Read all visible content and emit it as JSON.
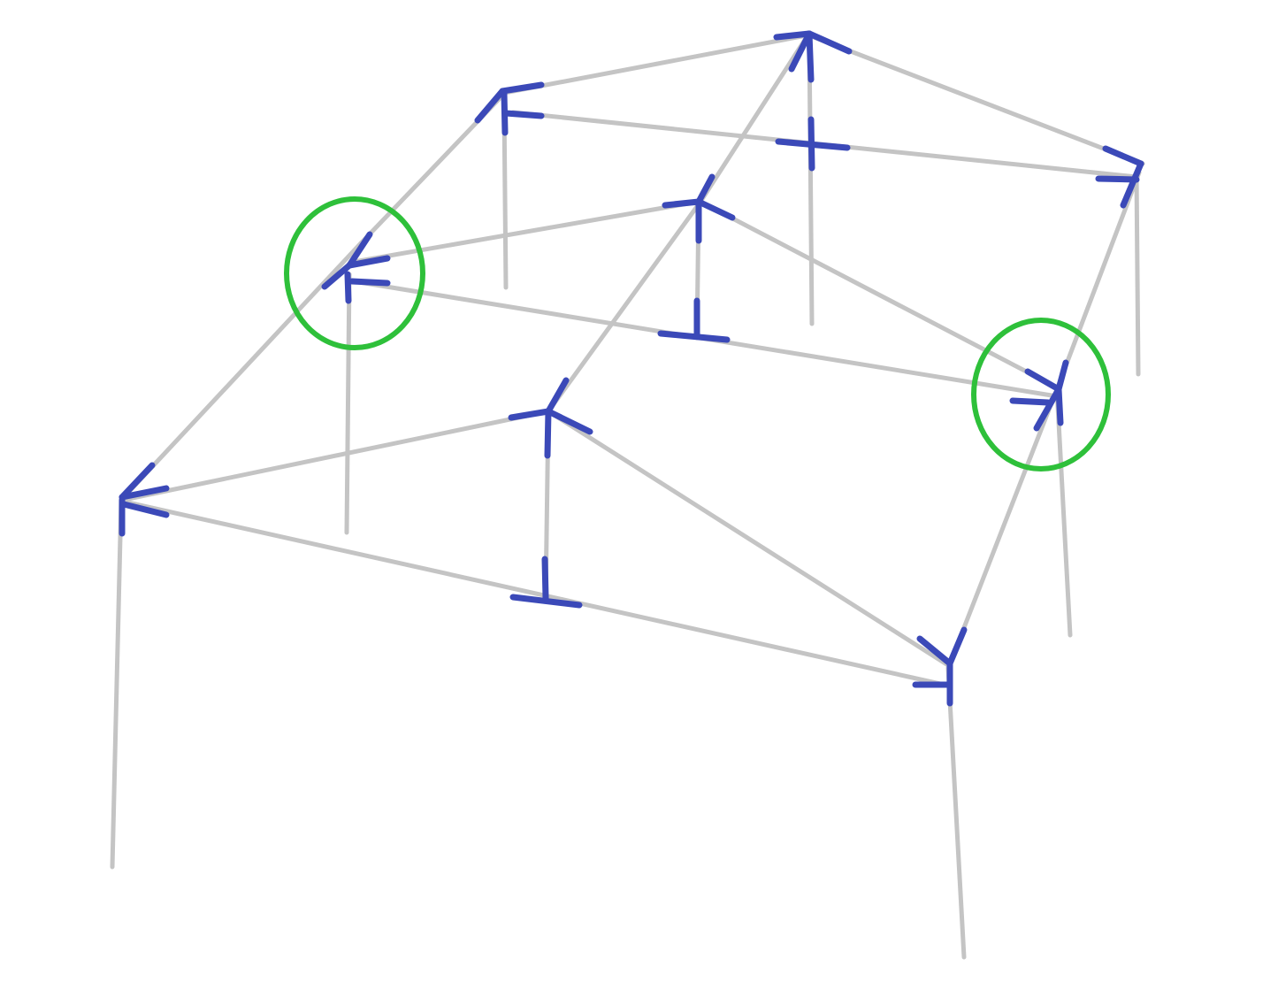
{
  "colors": {
    "background": "#ffffff",
    "pole": "#c4c4c4",
    "connector": "#3b49b8",
    "highlight": "#2ec03a"
  },
  "diagram": {
    "description_labels": [],
    "poles": [
      {
        "id": "eave-front-left-to-mid-left"
      },
      {
        "id": "eave-mid-left-to-back-left"
      },
      {
        "id": "ridge-back-left-to-peak"
      },
      {
        "id": "peak-to-right-back"
      },
      {
        "id": "mid-purlin-back"
      },
      {
        "id": "right-side-eave"
      },
      {
        "id": "front-left-to-front-center"
      },
      {
        "id": "front-center-to-front-right"
      },
      {
        "id": "diag-front-center-to-front-right"
      },
      {
        "id": "diag-front-center-to-peak"
      },
      {
        "id": "mid-left-to-mid-center"
      },
      {
        "id": "mid-left-to-mid-right"
      },
      {
        "id": "mid-center-to-mid-right"
      },
      {
        "id": "legs"
      }
    ],
    "connectors": [
      {
        "id": "peak-connector",
        "type": "arrow-up"
      },
      {
        "id": "back-left-connector",
        "type": "corner"
      },
      {
        "id": "back-right-connector",
        "type": "corner"
      },
      {
        "id": "mid-cross-connector",
        "type": "cross"
      },
      {
        "id": "mid-center-connector",
        "type": "arrow-up"
      },
      {
        "id": "mid-left-connector",
        "type": "corner"
      },
      {
        "id": "mid-t-connector",
        "type": "tee"
      },
      {
        "id": "mid-right-connector",
        "type": "corner"
      },
      {
        "id": "front-center-connector",
        "type": "arrow-up"
      },
      {
        "id": "front-left-connector",
        "type": "corner"
      },
      {
        "id": "front-t-connector",
        "type": "tee"
      },
      {
        "id": "front-right-connector",
        "type": "corner"
      }
    ],
    "highlights": [
      {
        "id": "highlight-mid-left"
      },
      {
        "id": "highlight-mid-right"
      }
    ]
  }
}
